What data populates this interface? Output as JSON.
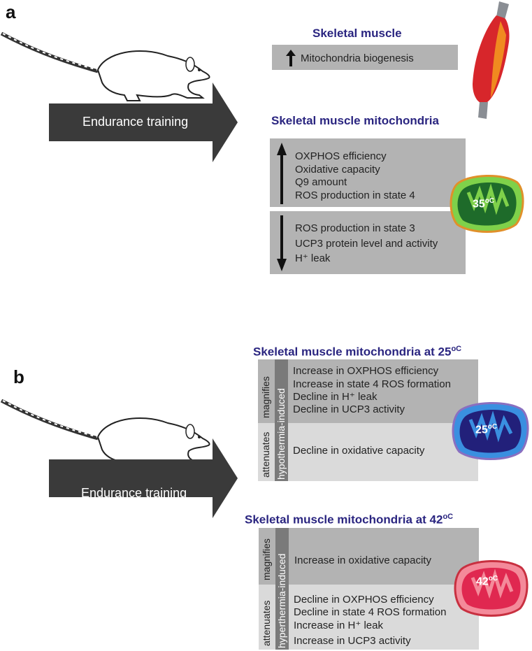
{
  "panel_a": {
    "letter": "a",
    "arrow_label": "Endurance training",
    "skeletal_muscle": {
      "title": "Skeletal muscle",
      "item": "Mitochondria biogenesis"
    },
    "mito": {
      "title": "Skeletal muscle mitochondria",
      "up_items": [
        "OXPHOS efficiency",
        "Oxidative capacity",
        "Q9 amount",
        "ROS production in state 4"
      ],
      "down_items": [
        "ROS production in state 3",
        "UCP3 protein level and activity",
        "H⁺ leak"
      ],
      "temp_base": "35",
      "temp_unit": "oC"
    }
  },
  "panel_b": {
    "letter": "b",
    "arrow_label": "Endurance training",
    "cold": {
      "title_base": "Skeletal muscle mitochondria at 25",
      "title_unit": "oC",
      "side_label": "hypothermia-induced",
      "magnifies_label": "magnifies",
      "attenuates_label": "attenuates",
      "magnifies_items": [
        "Increase in OXPHOS efficiency",
        "Increase in state 4 ROS formation",
        "Decline in H⁺ leak",
        "Decline in UCP3 activity"
      ],
      "attenuates_items": [
        "Decline in oxidative capacity"
      ],
      "temp_base": "25",
      "temp_unit": "oC"
    },
    "hot": {
      "title_base": "Skeletal muscle mitochondria at 42",
      "title_unit": "oC",
      "side_label": "hyperthermia-induced",
      "magnifies_label": "magnifies",
      "attenuates_label": "attenuates",
      "magnifies_items": [
        "Increase in oxidative capacity"
      ],
      "attenuates_items": [
        "Decline in OXPHOS efficiency",
        "Decline in state 4 ROS formation",
        "Increase in H⁺  leak",
        "Increase in UCP3 activity"
      ],
      "temp_base": "42",
      "temp_unit": "oC"
    }
  },
  "colors": {
    "title": "#2a2580",
    "arrow": "#3a3a3a",
    "box_dark": "#b3b3b3",
    "box_light": "#dadada",
    "mito_green": "#2e8b2e",
    "mito_blue": "#2f4fb0",
    "mito_red": "#e03050"
  }
}
